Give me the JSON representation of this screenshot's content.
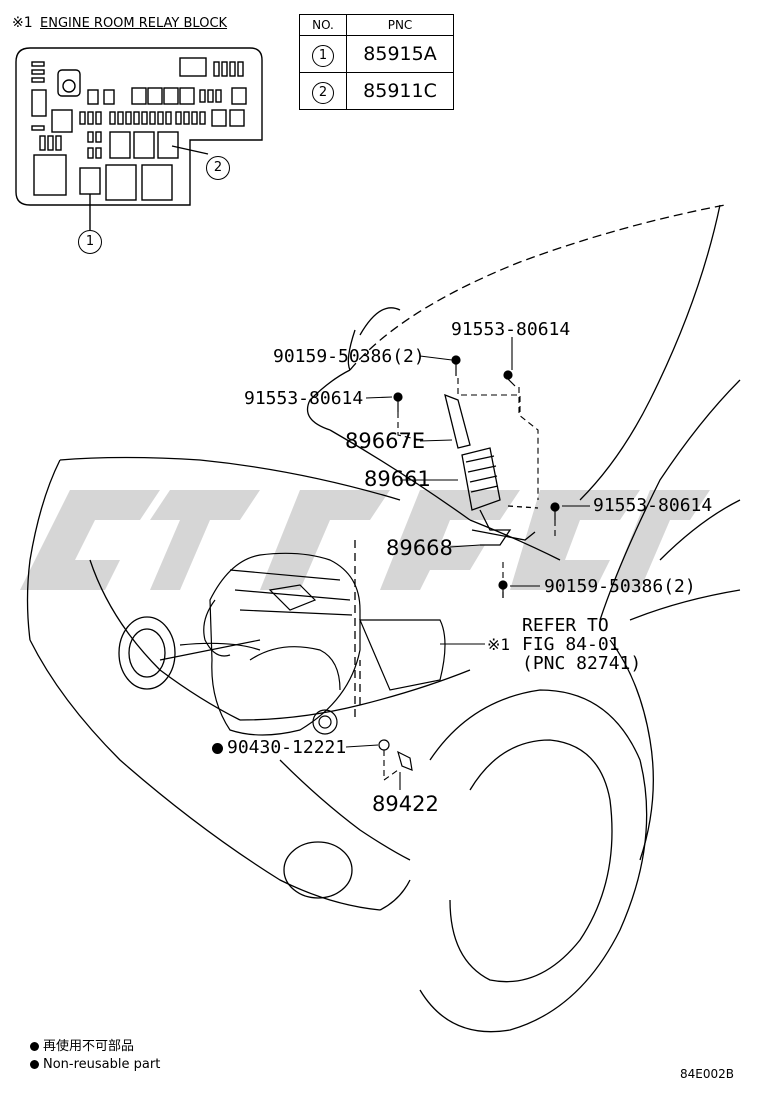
{
  "header": {
    "mark": "※1",
    "title": "ENGINE ROOM RELAY BLOCK"
  },
  "table": {
    "headers": [
      "NO.",
      "PNC"
    ],
    "rows": [
      {
        "no": "1",
        "pnc": "85915A"
      },
      {
        "no": "2",
        "pnc": "85911C"
      }
    ]
  },
  "bubbles": {
    "one": "1",
    "two": "2"
  },
  "labels": {
    "bolt_top_right": "91553-80614",
    "bolt_top_left": "90159-50386(2)",
    "bolt_left": "91553-80614",
    "part_89667e": "89667E",
    "part_89661": "89661",
    "bolt_right": "91553-80614",
    "part_89668": "89668",
    "bolt_lower_right": "90159-50386(2)",
    "refer_line1": "REFER TO",
    "refer_mark": "※1",
    "refer_line2": "FIG 84-01",
    "refer_line3": "(PNC 82741)",
    "nonreusable_part": "90430-12221",
    "part_89422": "89422"
  },
  "legend": {
    "jp": "再使用不可部品",
    "en": "Non-reusable part"
  },
  "figure_code": "84E002B",
  "watermark_color": "#c8c8c8"
}
